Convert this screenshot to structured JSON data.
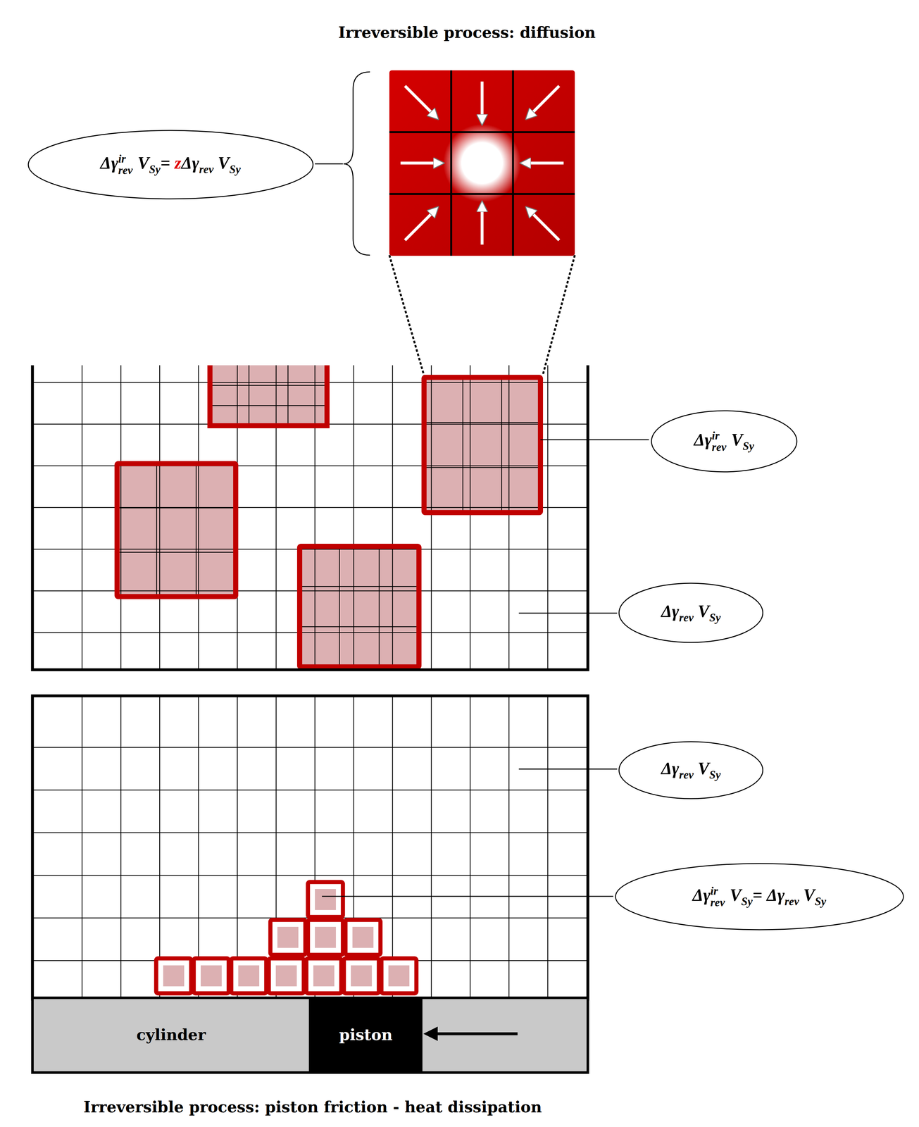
{
  "diagram": {
    "title": "Irreversible process: diffusion",
    "caption": "Irreversible process: piston friction - heat dissipation",
    "nodes": [
      {
        "text": [
          "Δγirrev VSy= zΔγrev VSy"
        ]
      },
      {
        "text": [
          "Δγirrev VSy"
        ]
      },
      {
        "text": [
          "Δγrev VSy"
        ]
      },
      {
        "text": [
          "Δγrev VSy"
        ]
      },
      {
        "text": [
          "Δγirrev VSy= Δγrev VSy"
        ]
      }
    ],
    "labels": [
      "cylinder",
      "piston"
    ]
  }
}
